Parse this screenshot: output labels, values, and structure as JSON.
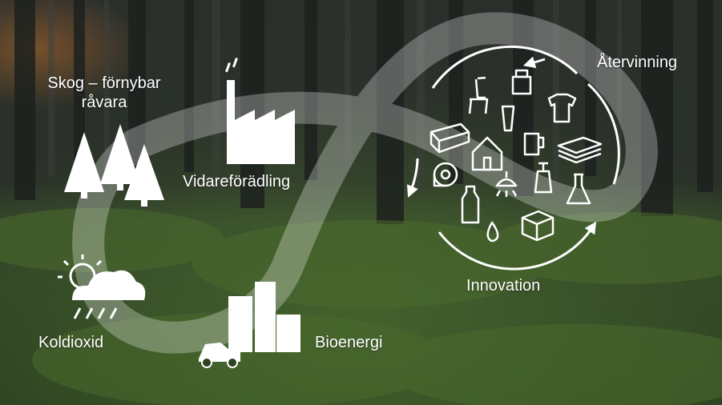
{
  "labels": {
    "skog_line1": "Skog – förnybar",
    "skog_line2": "råvara",
    "vidareforadling": "Vidareförädling",
    "atervinning": "Återvinning",
    "innovation": "Innovation",
    "koldioxid": "Koldioxid",
    "bioenergi": "Bioenergi"
  },
  "colors": {
    "loop_band": "#ffffff",
    "icon": "#ffffff",
    "forest_dark": "#1c2320",
    "moss": "#3f5a2a"
  },
  "icons": [
    "trees-icon",
    "factory-icon",
    "sun-cloud-rain-icon",
    "biofuel-tanks-car-icon",
    "chair-icon",
    "jar-icon",
    "tshirt-icon",
    "cup-icon",
    "timber-icon",
    "house-icon",
    "mug-icon",
    "paper-stack-icon",
    "toilet-roll-icon",
    "bottle-icon",
    "lamp-icon",
    "soap-dispenser-icon",
    "flask-icon",
    "drop-icon",
    "box-icon"
  ]
}
